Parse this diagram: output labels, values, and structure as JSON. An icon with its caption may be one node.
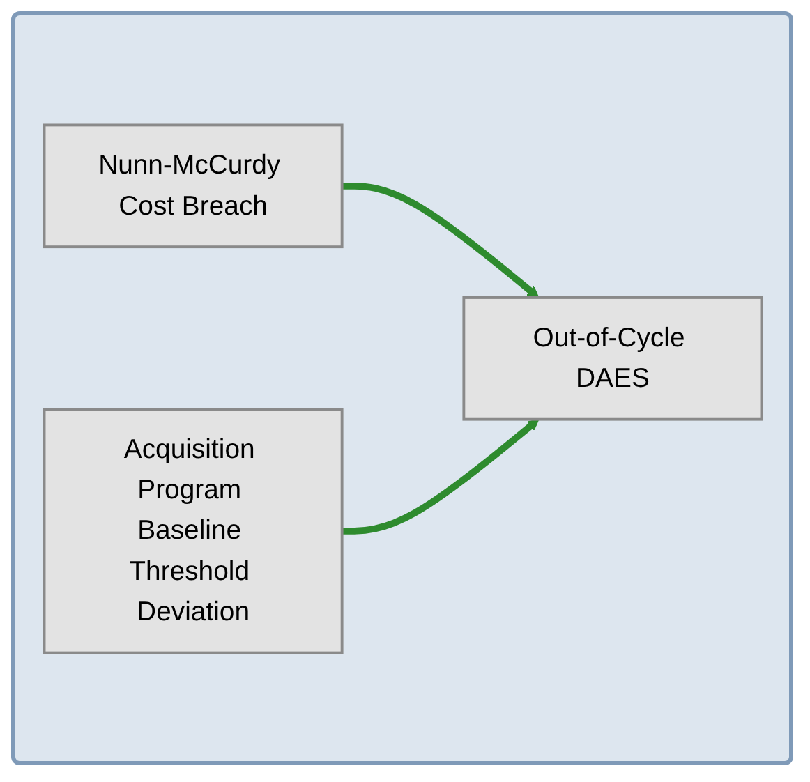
{
  "diagram": {
    "nodes": [
      {
        "text": [
          "Nunn-McCurdy Cost Breach"
        ]
      },
      {
        "text": [
          "Out-of-Cycle DAES"
        ]
      },
      {
        "text": [
          "Acquisition Program Baseline Threshold Deviation"
        ]
      }
    ],
    "edges": [
      {
        "from": 0,
        "to": 1,
        "arrow": "to"
      },
      {
        "from": 2,
        "to": 1,
        "arrow": "to"
      }
    ]
  }
}
